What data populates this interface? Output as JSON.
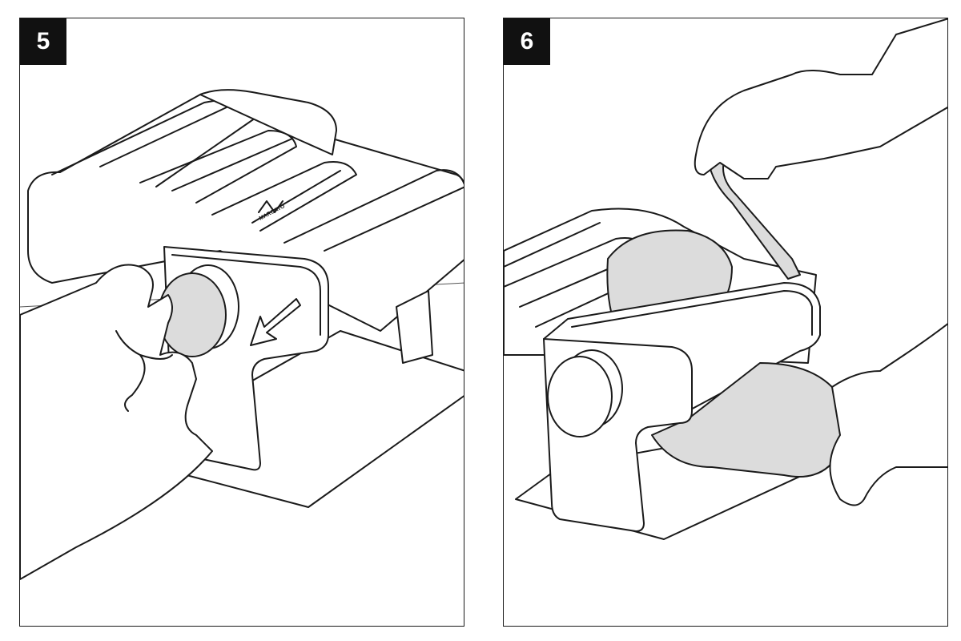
{
  "panels": [
    {
      "step": "5",
      "brand_label": "MARCATO"
    },
    {
      "step": "6"
    }
  ]
}
